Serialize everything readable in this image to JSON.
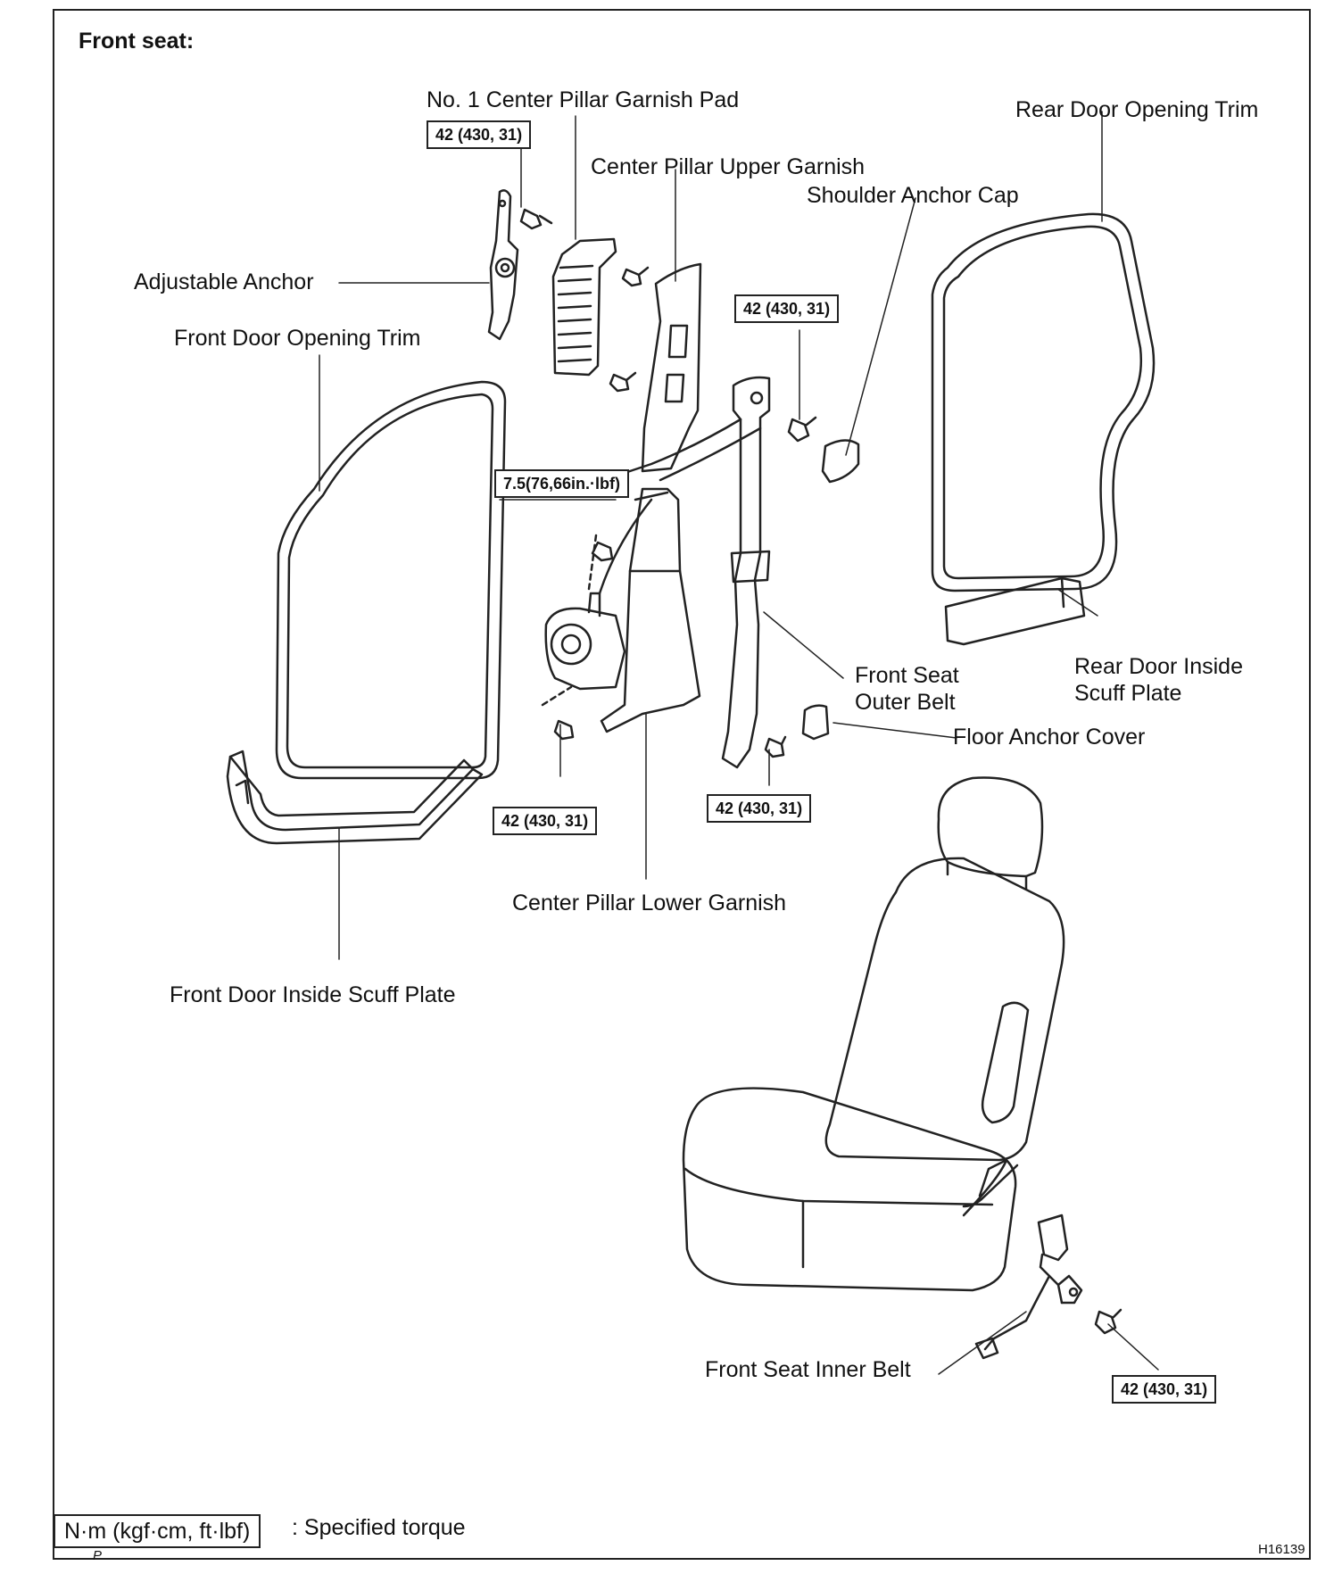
{
  "title": "Front seat:",
  "labels": {
    "garnish_pad": "No. 1 Center Pillar Garnish Pad",
    "upper_garnish": "Center Pillar Upper Garnish",
    "shoulder_cap": "Shoulder Anchor Cap",
    "rear_door_trim": "Rear Door Opening Trim",
    "adjustable_anchor": "Adjustable Anchor",
    "front_door_trim": "Front Door Opening Trim",
    "outer_belt_1": "Front Seat",
    "outer_belt_2": "Outer Belt",
    "rear_scuff_1": "Rear Door Inside",
    "rear_scuff_2": "Scuff Plate",
    "floor_cover": "Floor Anchor Cover",
    "lower_garnish": "Center Pillar Lower Garnish",
    "front_scuff": "Front Door Inside Scuff Plate",
    "inner_belt": "Front Seat Inner Belt"
  },
  "torques": {
    "t1": "42 (430, 31)",
    "t2": "42 (430, 31)",
    "t3": "7.5(76,66in.·lbf)",
    "t4": "42 (430, 31)",
    "t5": "42 (430, 31)",
    "t6": "42 (430, 31)"
  },
  "legend": {
    "unit": "N·m (kgf·cm, ft·lbf)",
    "text": ": Specified torque",
    "mark": "P"
  },
  "figure_id": "H16139"
}
